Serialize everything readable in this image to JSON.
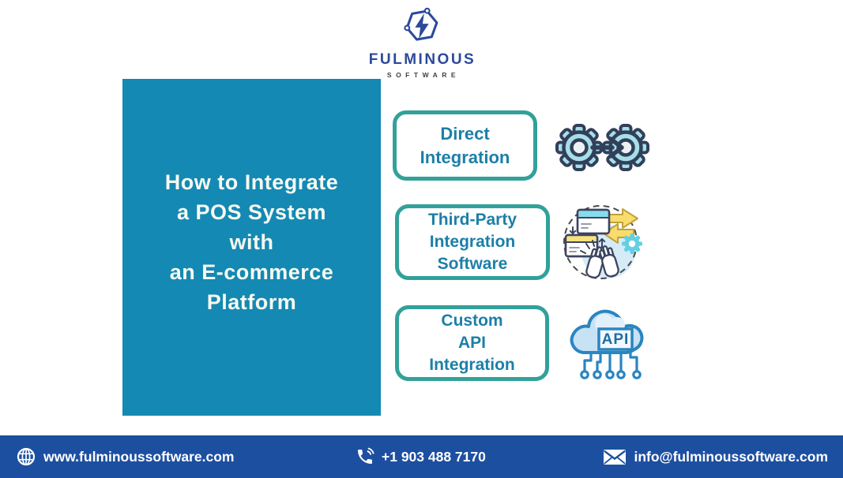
{
  "brand": {
    "name": "FULMINOUS",
    "subtitle": "SOFTWARE",
    "logo_color": "#2b4a9b"
  },
  "panel": {
    "title_lines": [
      "How to Integrate",
      "a POS System",
      "with",
      "an E-commerce",
      "Platform"
    ],
    "bg_color": "#1489b3",
    "text_color": "#f7f9f1"
  },
  "options": [
    {
      "id": "direct-integration",
      "label_lines": [
        "Direct",
        "Integration"
      ],
      "icon": "gears-arrow-icon"
    },
    {
      "id": "third-party-integration-software",
      "label_lines": [
        "Third-Party",
        "Integration",
        "Software"
      ],
      "icon": "third-party-exchange-icon"
    },
    {
      "id": "custom-api-integration",
      "label_lines": [
        "Custom",
        "API",
        "Integration"
      ],
      "icon": "cloud-api-icon",
      "icon_label": "API"
    }
  ],
  "box_style": {
    "border_color": "#31a19a",
    "text_color": "#1c7fa8"
  },
  "footer": {
    "bg_color": "#1d4fa1",
    "website": "www.fulminoussoftware.com",
    "phone": "+1 903 488 7170",
    "email": "info@fulminoussoftware.com"
  },
  "icon_colors": {
    "gear_fill": "#a7dee8",
    "gear_outline": "#31405a",
    "yellow_arrow": "#f8dd6d",
    "cyan_accent": "#62d0e2",
    "cloud_outline": "#2a85c0",
    "cloud_fill": "#c7e2f5"
  }
}
